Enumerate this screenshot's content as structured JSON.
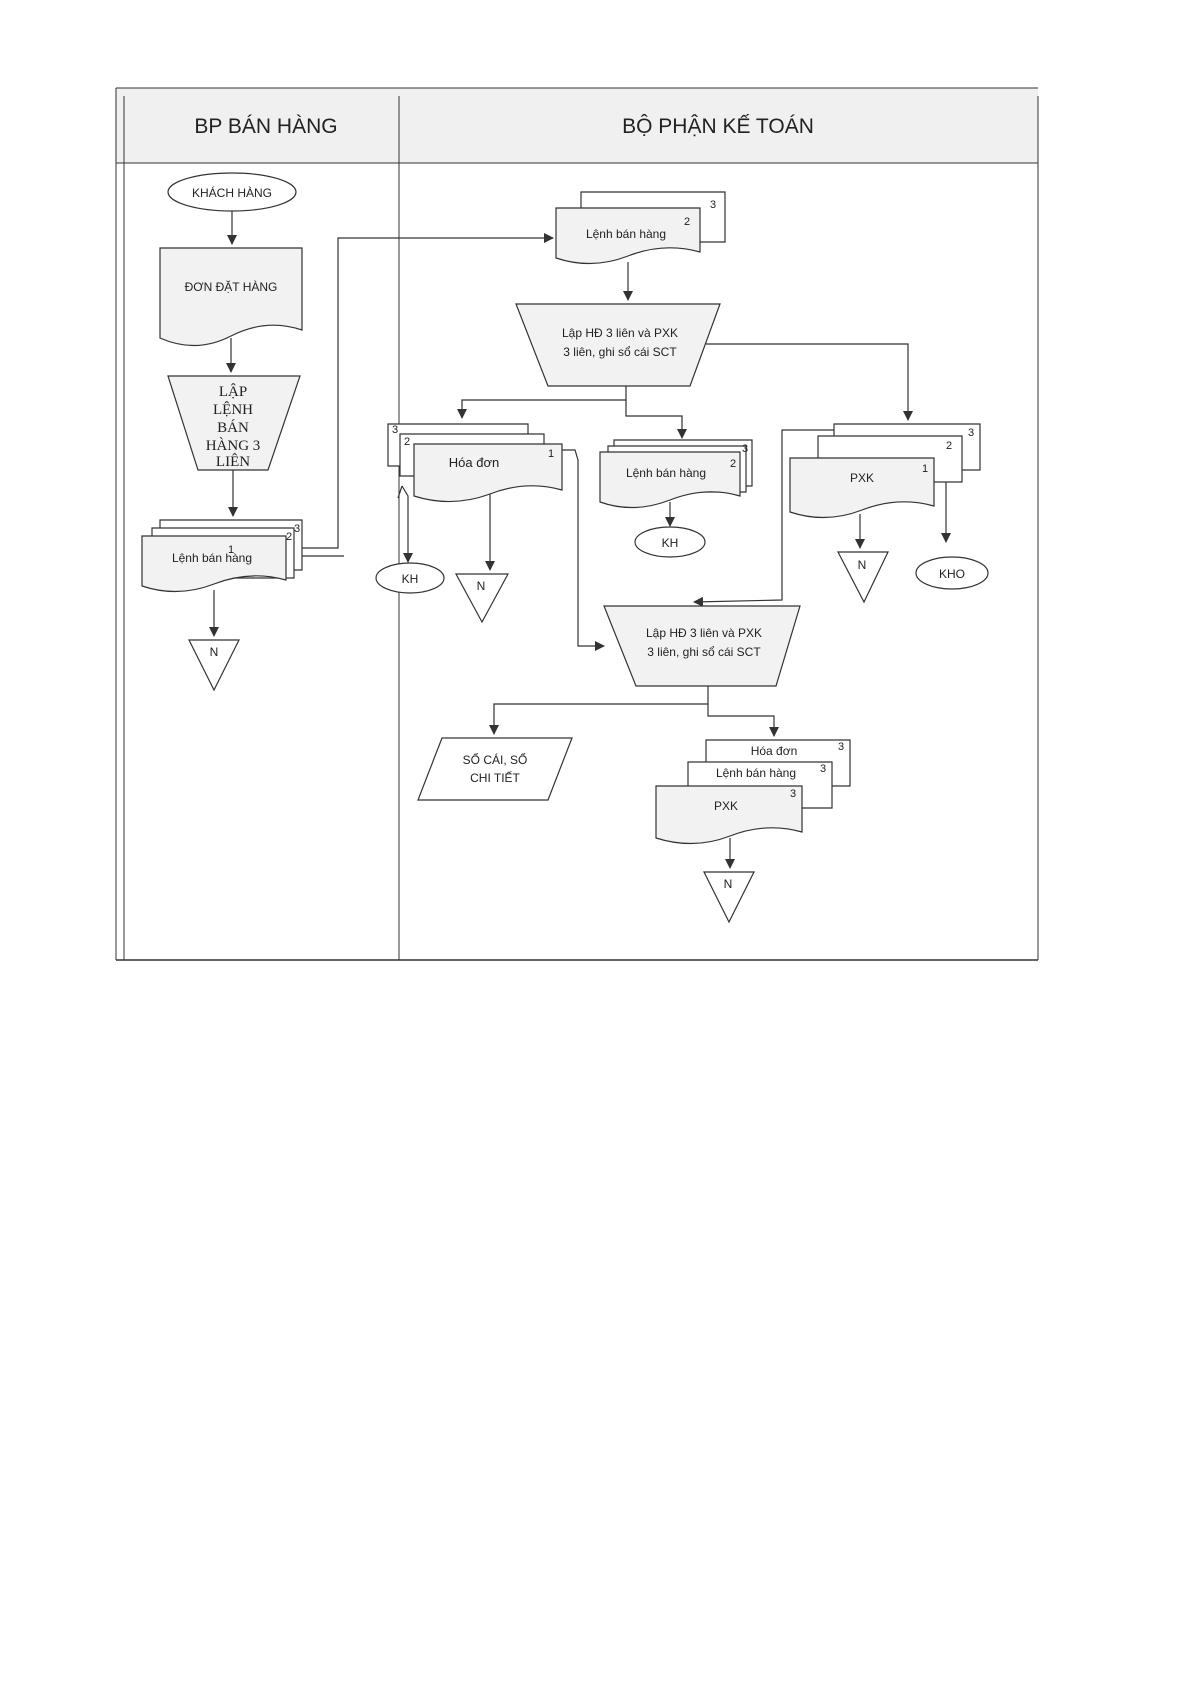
{
  "lanes": {
    "sales": "BP BÁN HÀNG",
    "accounting": "BỘ PHẬN KẾ TOÁN"
  },
  "sales": {
    "customer": "KHÁCH HÀNG",
    "order_doc": "ĐƠN ĐẶT HÀNG",
    "create_order_lines": [
      "LẬP",
      "LỆNH",
      "BÁN",
      "HÀNG 3",
      "LIÊN"
    ],
    "sales_order_doc": "Lệnh bán hàng",
    "file_n": "N"
  },
  "accounting": {
    "received_order": "Lệnh bán hàng",
    "process1_line1": "Lập HĐ 3 liên và PXK",
    "process1_line2": "3 liên, ghi sổ cái SCT",
    "invoice": "Hóa đơn",
    "sales_order": "Lệnh bán hàng",
    "pxk": "PXK",
    "kh1": "KH",
    "kh2": "KH",
    "kho": "KHO",
    "n_invoice": "N",
    "n_pxk": "N",
    "process2_line1": "Lập HĐ 3 liên và PXK",
    "process2_line2": "3 liên, ghi sổ cái SCT",
    "ledger_line1": "SỔ CÁI, SỔ",
    "ledger_line2": "CHI TIẾT",
    "final_invoice": "Hóa đơn",
    "final_order": "Lệnh bán hàng",
    "final_pxk": "PXK",
    "n_final": "N"
  },
  "copy_numbers": {
    "one": "1",
    "two": "2",
    "three": "3"
  }
}
